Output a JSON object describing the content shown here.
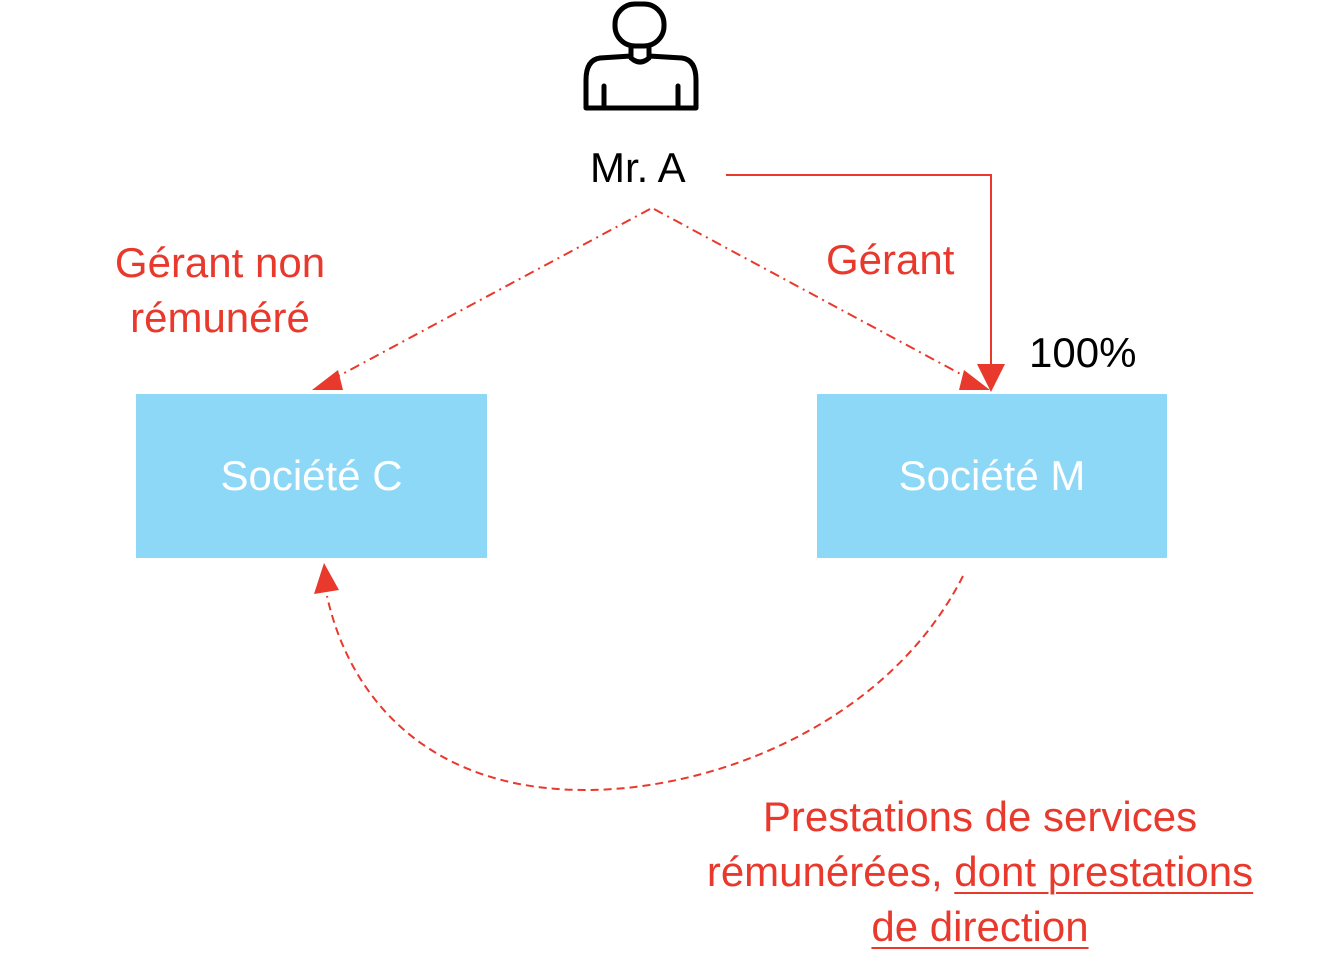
{
  "person": {
    "icon": "person-icon",
    "label": "Mr. A"
  },
  "entities": {
    "company_c": "Société C",
    "company_m": "Société M"
  },
  "relations": {
    "manager_c_line1": "Gérant non",
    "manager_c_line2": "rémunéré",
    "manager_m": "Gérant",
    "ownership_pct": "100%",
    "services_line1": "Prestations de services",
    "services_line2_plain": "rémunérées, ",
    "services_line2_underlined": "dont prestations",
    "services_line3_underlined": "de direction"
  },
  "colors": {
    "accent": "#e8392c",
    "box_fill": "#8dd7f7",
    "icon_stroke": "#000000",
    "text_dark": "#000000",
    "box_text": "#ffffff"
  }
}
